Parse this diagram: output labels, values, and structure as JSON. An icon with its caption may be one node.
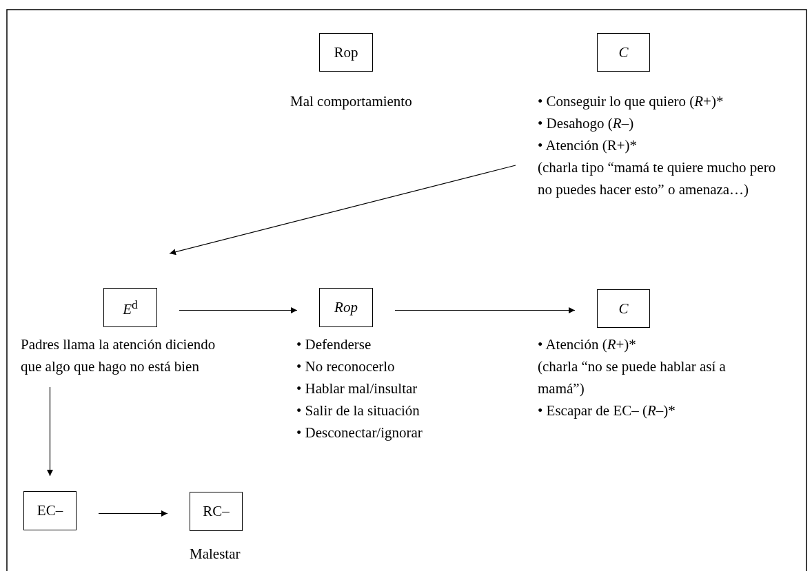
{
  "diagram": {
    "nodes": [
      {
        "text": [
          "Rop"
        ],
        "beside": [
          "Mal comportamiento"
        ]
      },
      {
        "text": [
          "C"
        ],
        "beside": [
          "• Conseguir lo que quiero (*R*+)*",
          "• Desahogo (*R*–)",
          "• Atención (R+)*",
          "(charla tipo “mamá te quiere mucho pero no puedes hacer esto” o amenaza…)"
        ]
      },
      {
        "text": [
          "*E*$^{d}$"
        ],
        "beside": [
          "Padres llama la atención diciendo que algo que hago no está bien"
        ]
      },
      {
        "text": [
          "Rop"
        ],
        "beside": [
          "• Defenderse",
          "• No reconocerlo",
          "• Hablar mal/insultar",
          "• Salir de la situación",
          "• Desconectar/ignorar"
        ]
      },
      {
        "text": [
          "C"
        ],
        "beside": [
          "• Atención (*R*+)*",
          "(charla “no se puede hablar así a mamá”)",
          "• Escapar de EC– (*R*–)*"
        ]
      },
      {
        "text": [
          "EC–"
        ]
      },
      {
        "text": [
          "RC–"
        ],
        "beside": [
          "Malestar"
        ]
      }
    ],
    "edges": [
      {
        "from": 1,
        "to": 2,
        "arrow": "to"
      },
      {
        "from": 2,
        "to": 3,
        "arrow": "to"
      },
      {
        "from": 3,
        "to": 4,
        "arrow": "to"
      },
      {
        "from": 2,
        "to": 5,
        "arrow": "to"
      },
      {
        "from": 5,
        "to": 6,
        "arrow": "to"
      }
    ]
  }
}
